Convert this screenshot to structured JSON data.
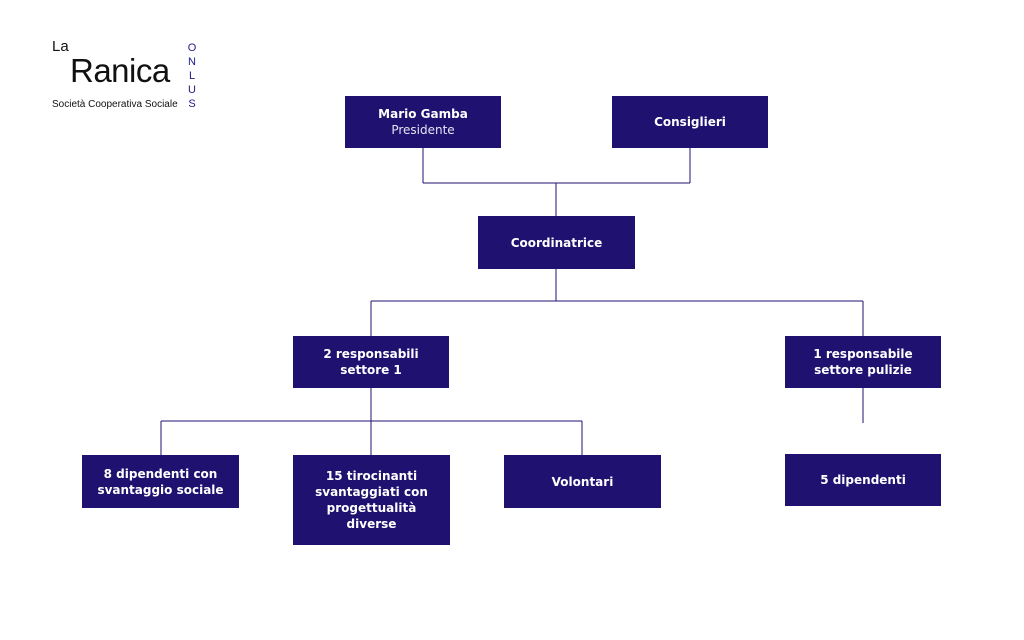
{
  "logo": {
    "la": "La",
    "ranica": "Ranica",
    "subtitle": "Società Cooperativa Sociale",
    "onlus": [
      "O",
      "N",
      "L",
      "U",
      "S"
    ]
  },
  "nodes": {
    "president": {
      "name": "Mario Gamba",
      "role": "Presidente"
    },
    "councillors": {
      "name": "Consiglieri"
    },
    "coordinator": {
      "name": "Coordinatrice"
    },
    "sector1": {
      "name": "2 responsabili\nsettore 1"
    },
    "cleaning": {
      "name": "1 responsabile\nsettore pulizie"
    },
    "employees_disadvantaged": {
      "name": "8 dipendenti con\nsvantaggio sociale"
    },
    "trainees": {
      "name": "15 tirocinanti\nsvantaggiati con\nprogettualità\ndiverse"
    },
    "volunteers": {
      "name": "Volontari"
    },
    "cleaning_employees": {
      "name": "5 dipendenti"
    }
  },
  "colors": {
    "node_bg": "#1f1170",
    "line": "#1f1170",
    "onlus": "#1f1a8c"
  }
}
